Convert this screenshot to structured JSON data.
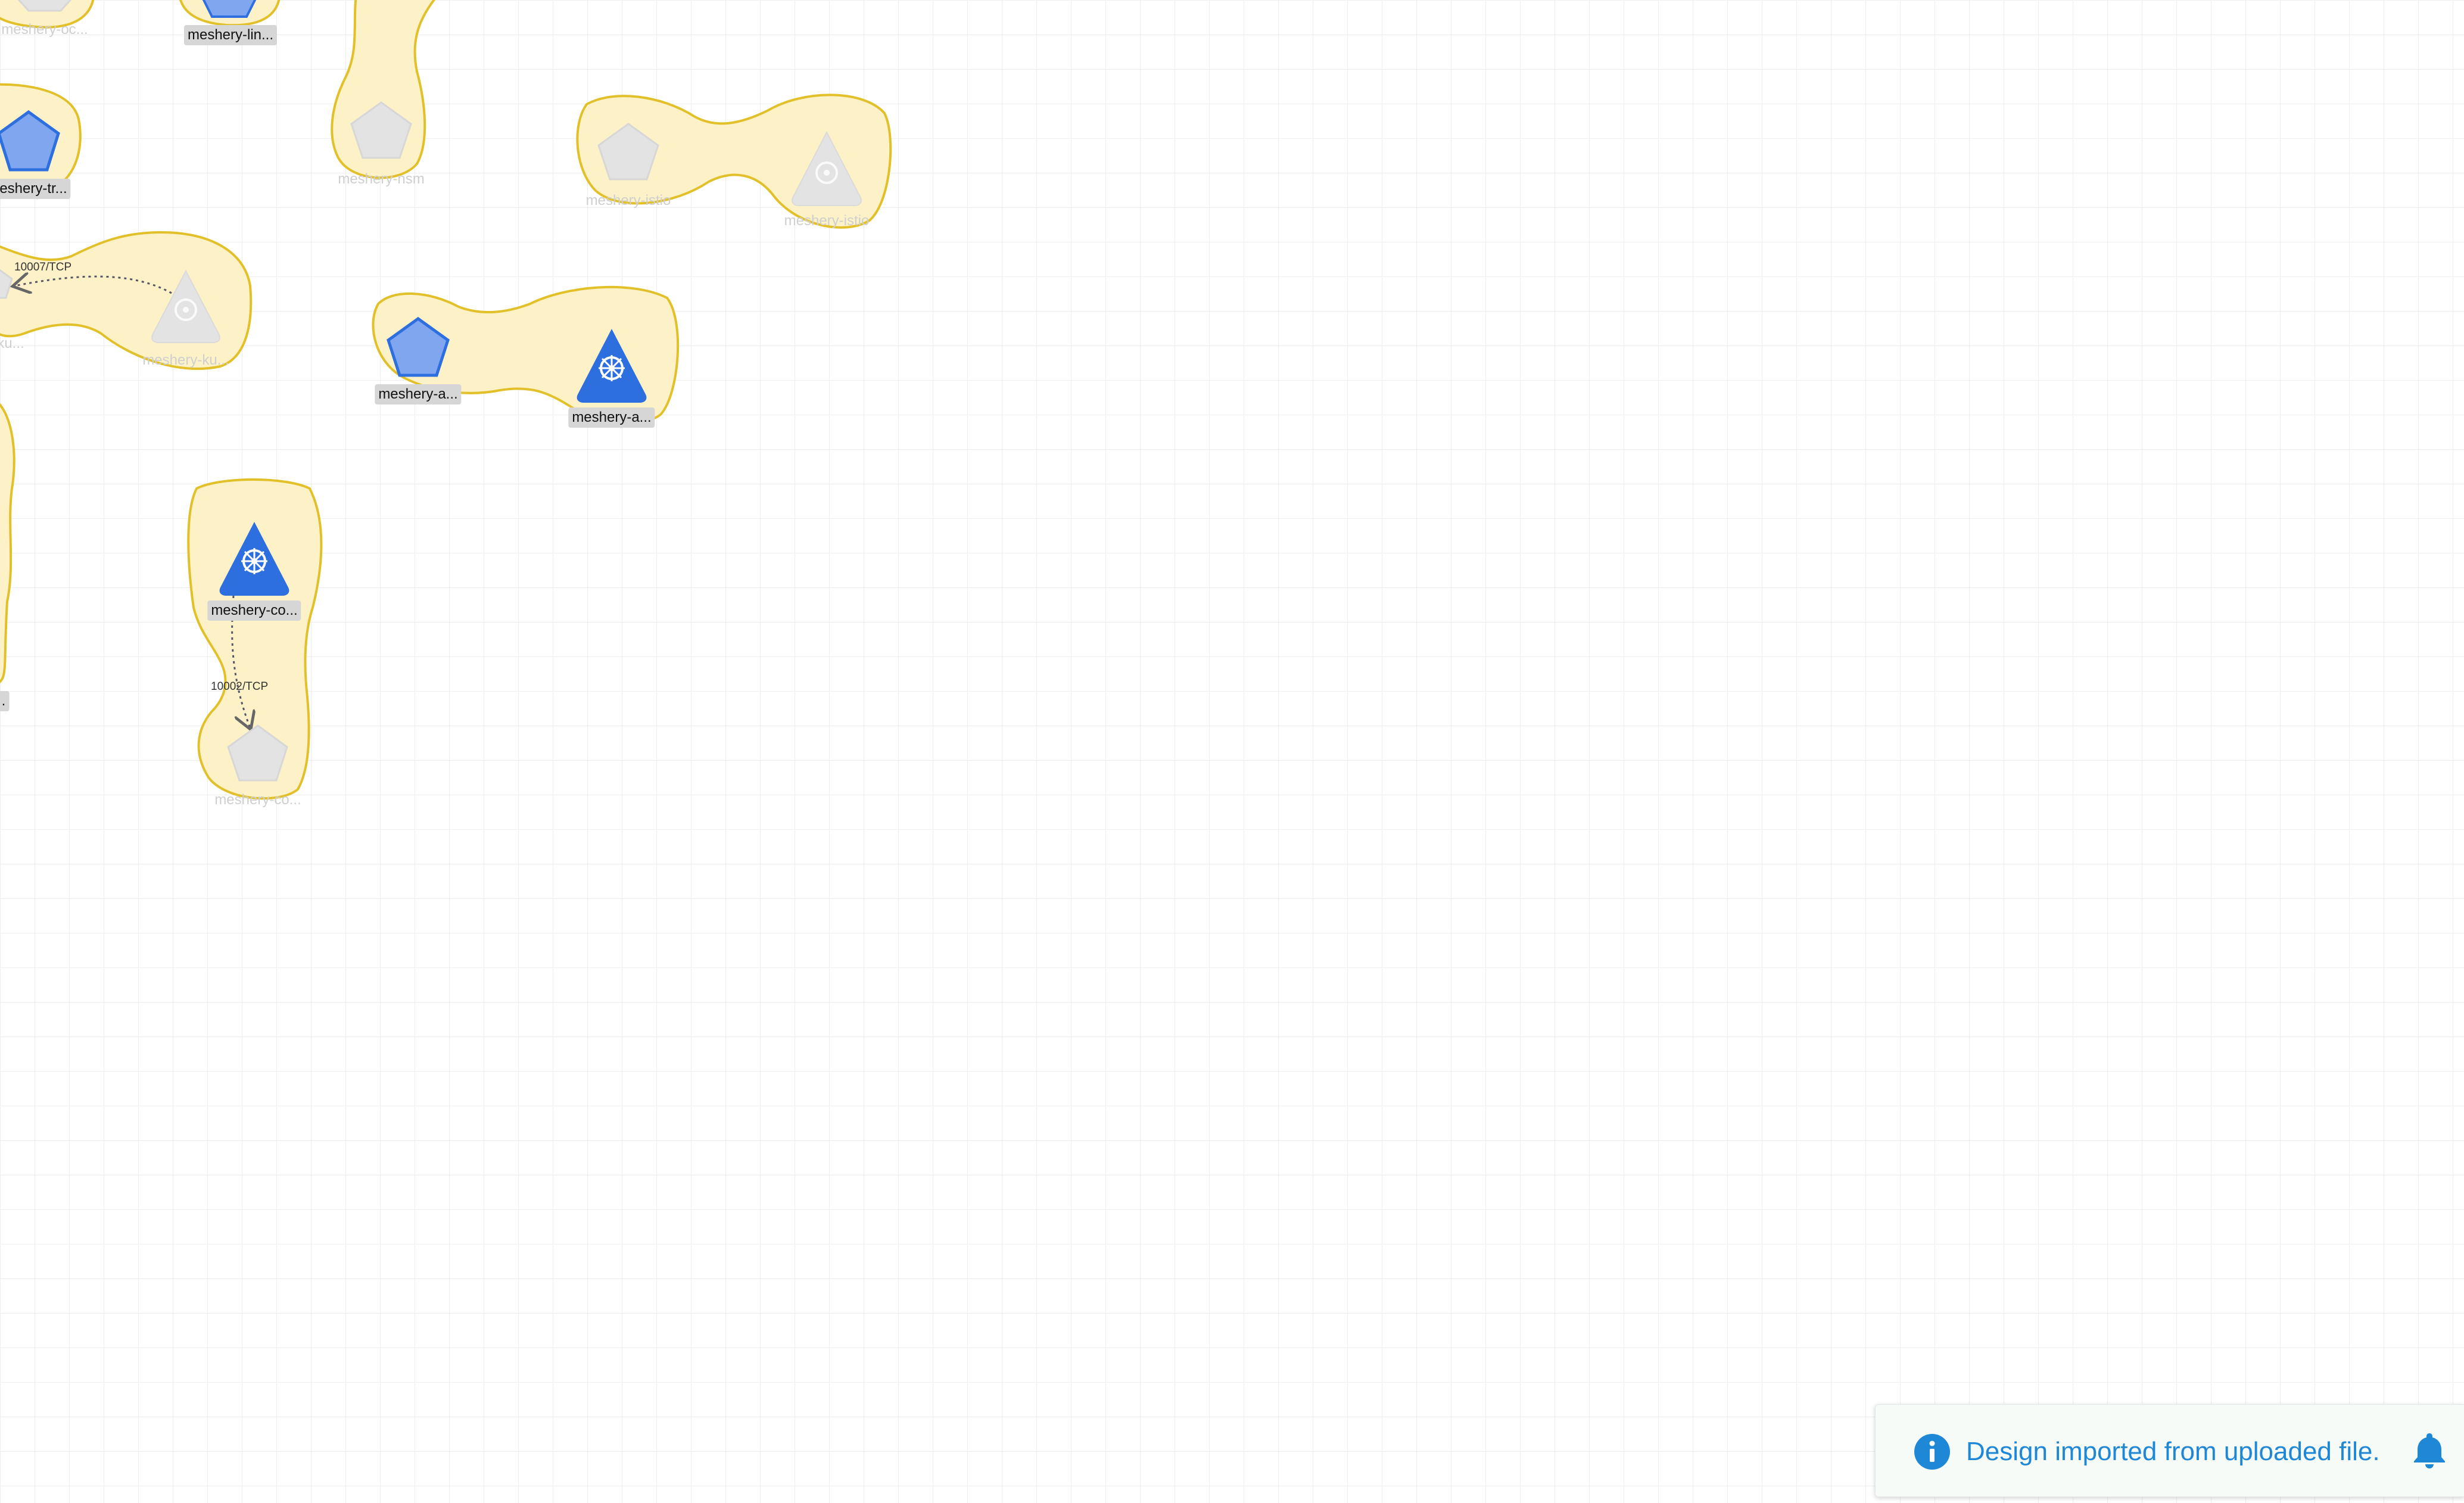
{
  "canvas": {
    "nodes": [
      {
        "label": "meshery-oc...",
        "shape": "pentagon",
        "state": "faded"
      },
      {
        "label": "meshery-lin...",
        "shape": "pentagon",
        "state": "active"
      },
      {
        "label": "meshery-nsm",
        "shape": "pentagon",
        "state": "faded"
      },
      {
        "label": "meshery-istio",
        "shape": "pentagon",
        "state": "faded"
      },
      {
        "label": "meshery-istio",
        "shape": "kubernetes-triangle",
        "state": "faded"
      },
      {
        "label": "eshery-tr...",
        "shape": "pentagon",
        "state": "active"
      },
      {
        "label": "ku...",
        "shape": "pentagon",
        "state": "faded"
      },
      {
        "label": "meshery-ku...",
        "shape": "kubernetes-triangle",
        "state": "faded"
      },
      {
        "label": "meshery-a...",
        "shape": "pentagon",
        "state": "active"
      },
      {
        "label": "meshery-a...",
        "shape": "kubernetes-triangle",
        "state": "active"
      },
      {
        "label": "meshery-co...",
        "shape": "kubernetes-triangle",
        "state": "active"
      },
      {
        "label": "meshery-co...",
        "shape": "pentagon",
        "state": "faded"
      },
      {
        "label": ".",
        "shape": "pentagon",
        "state": "active"
      }
    ],
    "edges": [
      {
        "label": "10007/TCP"
      },
      {
        "label": "10002/TCP"
      }
    ],
    "colors": {
      "group_fill": "#fdf1c7",
      "group_border": "#e2c02a",
      "node_blue": "#2e6fe0",
      "node_faded": "#e3e3e3"
    }
  },
  "toast": {
    "message": "Design imported from uploaded file.",
    "info_icon": "info-icon",
    "bell_icon": "bell-icon",
    "color": "#1e87d6"
  }
}
